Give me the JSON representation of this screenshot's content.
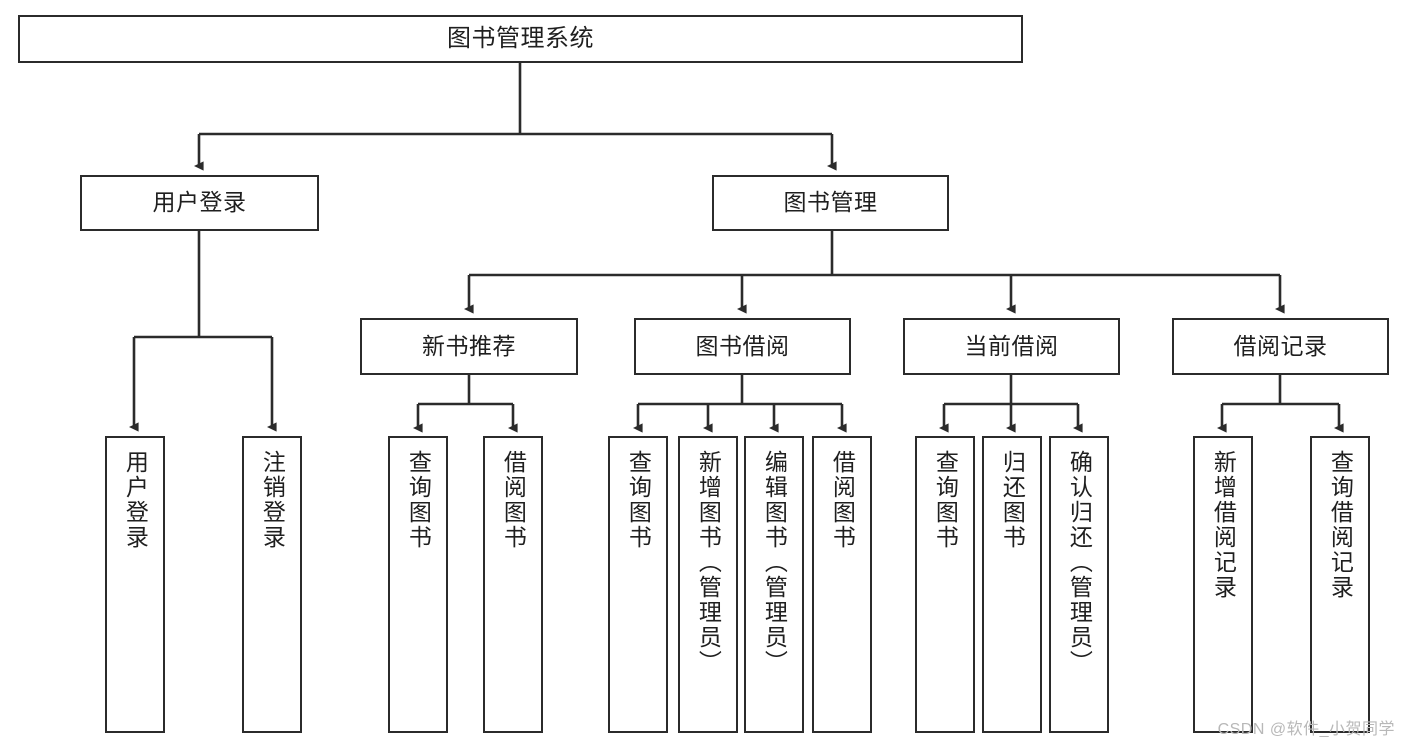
{
  "diagram": {
    "type": "tree-hierarchy-diagram",
    "title": "图书管理系统",
    "theme": {
      "background": "#ffffff",
      "box_border": "#2b2b2b",
      "box_fill": "#ffffff",
      "text": "#1f1f1f",
      "edge": "#2b2b2b",
      "watermark": "#b8b8b8"
    },
    "nodes": {
      "root": {
        "label": "图书管理系统"
      },
      "level1": [
        {
          "label": "用户登录"
        },
        {
          "label": "图书管理"
        }
      ],
      "level2": [
        {
          "label": "新书推荐"
        },
        {
          "label": "图书借阅"
        },
        {
          "label": "当前借阅"
        },
        {
          "label": "借阅记录"
        }
      ],
      "leaves": {
        "user_login": [
          {
            "label": "用户登录"
          },
          {
            "label": "注销登录"
          }
        ],
        "new_book_recommend": [
          {
            "label": "查询图书"
          },
          {
            "label": "借阅图书"
          }
        ],
        "book_borrow": [
          {
            "label": "查询图书"
          },
          {
            "label": "新增图书（管理员）"
          },
          {
            "label": "编辑图书（管理员）"
          },
          {
            "label": "借阅图书"
          }
        ],
        "current_borrow": [
          {
            "label": "查询图书"
          },
          {
            "label": "归还图书"
          },
          {
            "label": "确认归还（管理员）"
          }
        ],
        "borrow_record": [
          {
            "label": "新增借阅记录"
          },
          {
            "label": "查询借阅记录"
          }
        ]
      }
    },
    "watermark": "CSDN @软件_小贺同学"
  }
}
